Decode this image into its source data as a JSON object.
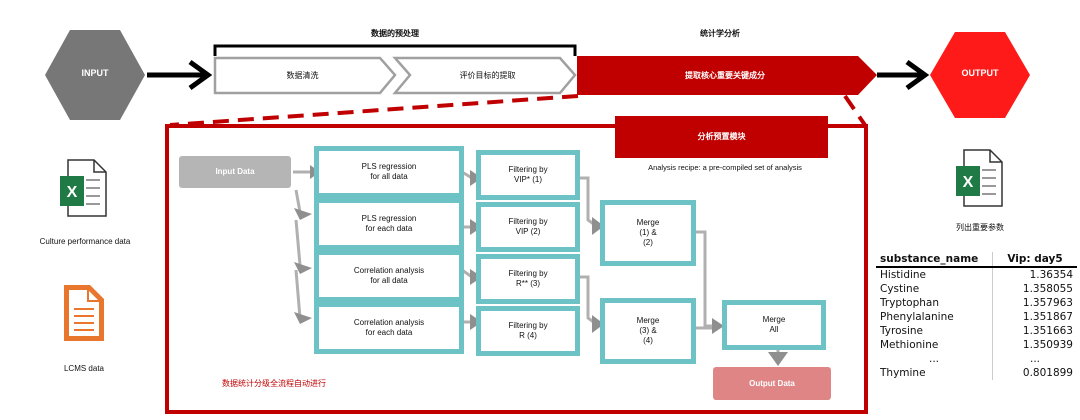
{
  "top": {
    "input": "INPUT",
    "output": "OUTPUT",
    "group1_title": "数据的预处理",
    "group2_title": "统计学分析",
    "step1": "数据清洗",
    "step2": "评价目标的提取",
    "step3": "提取核心重要关键成分"
  },
  "left": {
    "culture_label": "Culture performance data",
    "lcms_label": "LCMS data"
  },
  "module": {
    "title": "分析预置模块",
    "subtitle": "Analysis recipe: a pre-compiled set of analysis",
    "input_data": "Input Data",
    "pls_all": "PLS regression\nfor all data",
    "pls_each": "PLS regression\nfor each data",
    "corr_all": "Correlation analysis\nfor all data",
    "corr_each": "Correlation analysis\nfor each data",
    "filter1": "Filtering by\nVIP* (1)",
    "filter2": "Filtering by\nVIP (2)",
    "filter3": "Filtering by\nR** (3)",
    "filter4": "Filtering by\nR (4)",
    "merge12": "Merge\n(1) &\n(2)",
    "merge34": "Merge\n(3) &\n(4)",
    "merge_all": "Merge\nAll",
    "output_data": "Output Data",
    "footer_note": "数据统计分级全流程自动进行"
  },
  "right": {
    "excel_label": "列出重要参数"
  },
  "table": {
    "headers": [
      "substance_name",
      "Vip: day5"
    ],
    "rows": [
      [
        "Histidine",
        "1.36354"
      ],
      [
        "Cystine",
        "1.358055"
      ],
      [
        "Tryptophan",
        "1.357963"
      ],
      [
        "Phenylalanine",
        "1.351867"
      ],
      [
        "Tyrosine",
        "1.351663"
      ],
      [
        "Methionine",
        "1.350939"
      ],
      [
        "...",
        "..."
      ],
      [
        "Thymine",
        "0.801899"
      ]
    ]
  },
  "colors": {
    "hex_input": "#777777",
    "hex_output": "#ff0000",
    "banner": "#c00000",
    "teal": "#6dc2c5",
    "excel_green": "#1f7a45",
    "doc_orange": "#e8762c",
    "output_box": "#e08585"
  }
}
